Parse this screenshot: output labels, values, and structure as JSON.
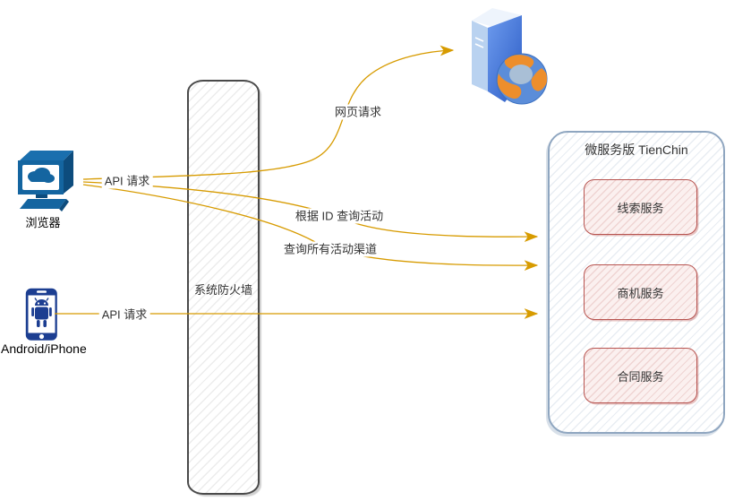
{
  "diagram": {
    "type": "architecture-flow",
    "nodes": {
      "browser": {
        "label": "浏览器",
        "icon": "desktop-computer-cloud-icon"
      },
      "mobile": {
        "label": "Android/iPhone",
        "icon": "smartphone-android-icon"
      },
      "firewall": {
        "label": "系统防火墙"
      },
      "web_server": {
        "label": "",
        "icon": "server-tower-globe-icon"
      },
      "microservices": {
        "title": "微服务版 TienChin",
        "services": [
          {
            "label": "线索服务"
          },
          {
            "label": "商机服务"
          },
          {
            "label": "合同服务"
          }
        ]
      }
    },
    "edges": {
      "browser_api": {
        "label": "API 请求",
        "from": "browser",
        "through": "firewall"
      },
      "web_request": {
        "label": "网页请求",
        "from": "browser",
        "to": "web_server"
      },
      "query_by_id": {
        "label": "根据 ID 查询活动",
        "from": "browser",
        "to": "microservices"
      },
      "query_all_channels": {
        "label": "查询所有活动渠道",
        "from": "browser",
        "to": "microservices"
      },
      "mobile_api": {
        "label": "API 请求",
        "from": "mobile",
        "to": "microservices"
      }
    },
    "colors": {
      "arrow": "#D79B00",
      "service_border": "#B85450",
      "service_fill": "#FBF0EF",
      "container_border": "#8FA6C0",
      "firewall_border": "#4A4A4A",
      "device_blue": "#1465A0",
      "phone_navy": "#1C3E91",
      "server_blue": "#3C6DD0",
      "globe_orange": "#ED8E2C"
    }
  }
}
